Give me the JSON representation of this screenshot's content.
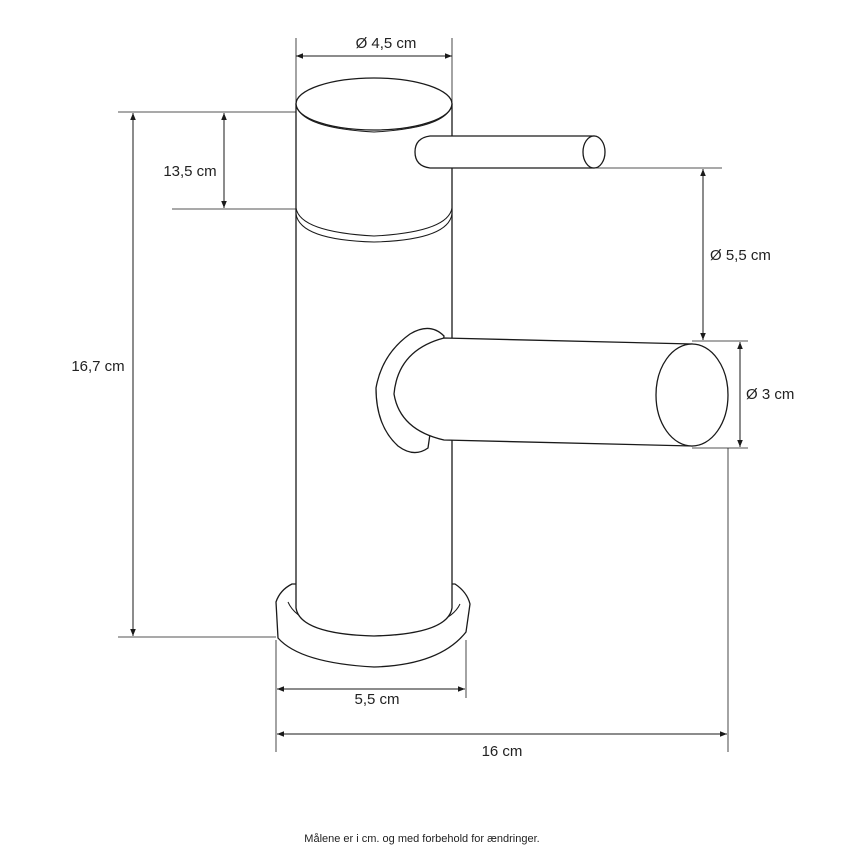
{
  "dimensions": {
    "top_diameter": "Ø 4,5 cm",
    "cap_height": "13,5 cm",
    "total_height": "16,7 cm",
    "lever_gap": "Ø 5,5 cm",
    "spout_diameter": "Ø 3 cm",
    "base_width": "5,5 cm",
    "total_width": "16 cm"
  },
  "footnote": "Målene er i cm. og med forbehold for ændringer.",
  "colors": {
    "line": "#1a1a1a",
    "text": "#222222",
    "background": "#ffffff"
  }
}
